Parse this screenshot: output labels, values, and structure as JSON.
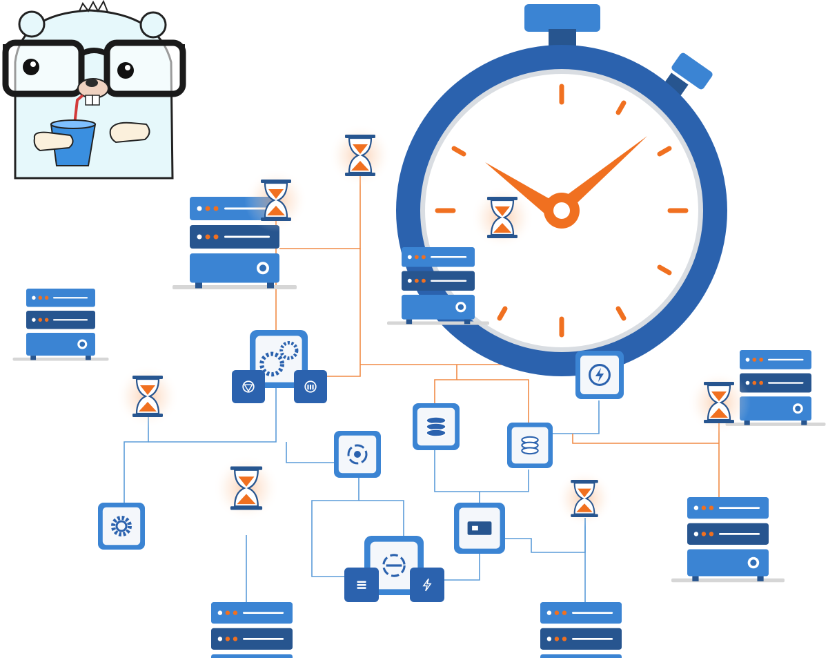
{
  "colors": {
    "accent_orange": "#f07020",
    "primary_blue": "#2f77c6",
    "dark_blue": "#27558f",
    "mid_blue": "#3b84d3",
    "light_gray": "#dcdcdc",
    "mascot_fill": "#e6f8fb",
    "background": "#ffffff"
  },
  "illustration": {
    "mascot_icon": "go-gopher-with-glasses-drinking",
    "stopwatch_icon": "stopwatch-clock",
    "hourglass_icon": "hourglass",
    "server_icon": "server-rack",
    "service_icons": [
      "gears-cluster",
      "aperture-tile",
      "chart-tile",
      "spinner-tile",
      "gear-tile",
      "database-tile",
      "database-tile-small",
      "lightning-power-tile",
      "router-tile",
      "face-scan-tile",
      "list-tile",
      "bolt-tile"
    ]
  }
}
